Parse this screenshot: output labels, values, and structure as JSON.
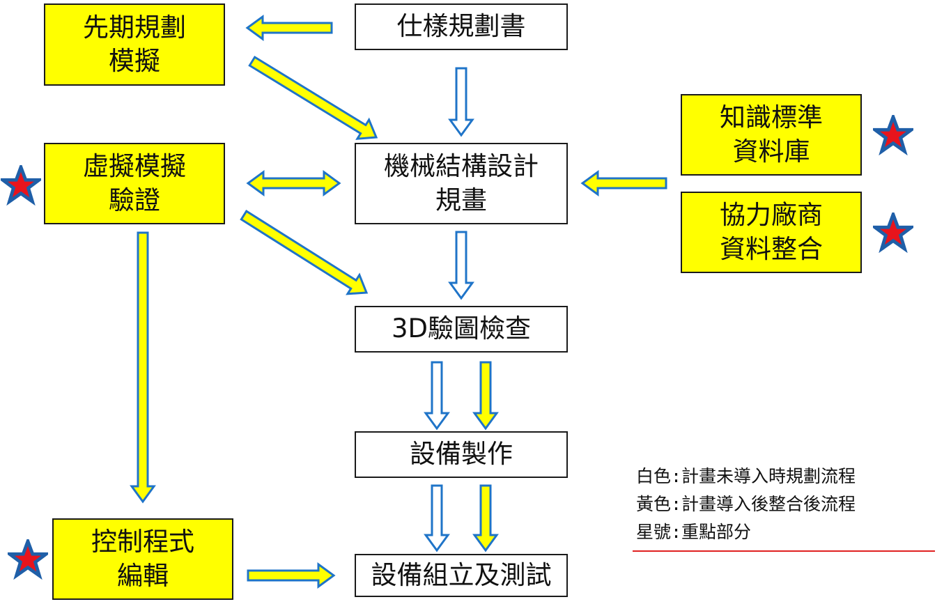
{
  "colors": {
    "yellow_box": "#ffff00",
    "white_box": "#ffffff",
    "border": "#1a1a1a",
    "arrow_outline": "#1f74c8",
    "arrow_yellow_fill": "#ffff00",
    "star_fill": "#e8141c",
    "star_outline": "#1f5fa8",
    "legend_rule": "#e02020"
  },
  "boxes": {
    "early_planning": {
      "line1": "先期規劃",
      "line2": "模擬",
      "color": "yellow"
    },
    "spec_plan": {
      "line1": "仕樣規劃書",
      "color": "white"
    },
    "virtual_sim": {
      "line1": "虛擬模擬",
      "line2": "驗證",
      "color": "yellow",
      "starred": true
    },
    "mech_design": {
      "line1": "機械結構設計",
      "line2": "規畫",
      "color": "white"
    },
    "knowledge_db": {
      "line1": "知識標準",
      "line2": "資料庫",
      "color": "yellow",
      "starred": true
    },
    "vendor_data": {
      "line1": "協力廠商",
      "line2": "資料整合",
      "color": "yellow",
      "starred": true
    },
    "check_3d": {
      "line1": "3D驗圖檢查",
      "color": "white"
    },
    "equip_mfg": {
      "line1": "設備製作",
      "color": "white"
    },
    "control_prog": {
      "line1": "控制程式",
      "line2": "編輯",
      "color": "yellow",
      "starred": true
    },
    "assembly_test": {
      "line1": "設備組立及測試",
      "color": "white"
    }
  },
  "arrows": [
    {
      "name": "spec-to-early-arrow",
      "from": "spec_plan",
      "to": "early_planning",
      "style": "filled"
    },
    {
      "name": "early-to-mech-arrow",
      "from": "early_planning",
      "to": "mech_design",
      "style": "filled"
    },
    {
      "name": "spec-to-mech-arrow",
      "from": "spec_plan",
      "to": "mech_design",
      "style": "hollow"
    },
    {
      "name": "virtual-mech-double-arrow",
      "from": "virtual_sim",
      "to": "mech_design",
      "style": "filled",
      "bidirectional": true
    },
    {
      "name": "knowledge-to-mech-arrow",
      "from": "knowledge_db",
      "to": "mech_design",
      "style": "filled"
    },
    {
      "name": "virtual-to-3d-arrow",
      "from": "virtual_sim",
      "to": "check_3d",
      "style": "filled"
    },
    {
      "name": "mech-to-3d-arrow",
      "from": "mech_design",
      "to": "check_3d",
      "style": "hollow"
    },
    {
      "name": "virtual-to-control-arrow",
      "from": "virtual_sim",
      "to": "control_prog",
      "style": "filled"
    },
    {
      "name": "3d-to-mfg-hollow-arrow",
      "from": "check_3d",
      "to": "equip_mfg",
      "style": "hollow"
    },
    {
      "name": "3d-to-mfg-filled-arrow",
      "from": "check_3d",
      "to": "equip_mfg",
      "style": "filled"
    },
    {
      "name": "mfg-to-assembly-hollow-arrow",
      "from": "equip_mfg",
      "to": "assembly_test",
      "style": "hollow"
    },
    {
      "name": "mfg-to-assembly-filled-arrow",
      "from": "equip_mfg",
      "to": "assembly_test",
      "style": "filled"
    },
    {
      "name": "control-to-assembly-arrow",
      "from": "control_prog",
      "to": "assembly_test",
      "style": "filled"
    }
  ],
  "legend": {
    "white": "白色:計畫未導入時規劃流程",
    "yellow": "黃色:計畫導入後整合後流程",
    "star": "星號:重點部分"
  }
}
